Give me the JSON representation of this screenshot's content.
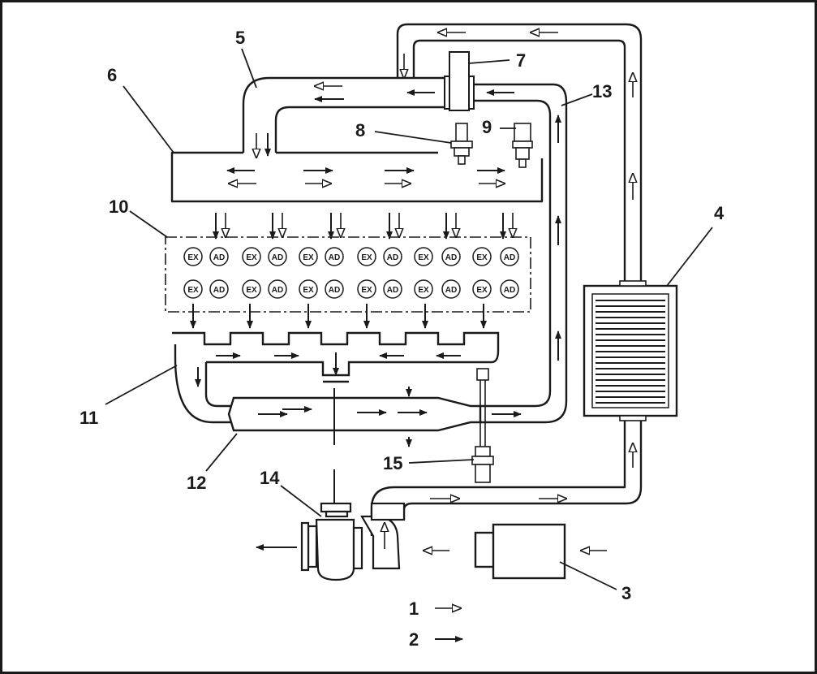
{
  "callouts": [
    {
      "num": "1"
    },
    {
      "num": "2"
    },
    {
      "num": "3"
    },
    {
      "num": "4"
    },
    {
      "num": "5"
    },
    {
      "num": "6"
    },
    {
      "num": "7"
    },
    {
      "num": "8"
    },
    {
      "num": "9"
    },
    {
      "num": "10"
    },
    {
      "num": "11"
    },
    {
      "num": "12"
    },
    {
      "num": "13"
    },
    {
      "num": "14"
    },
    {
      "num": "15"
    }
  ],
  "valves": {
    "exhaust": "EX",
    "intake": "AD"
  },
  "colors": {
    "line": "#1a1a1a",
    "background": "#ffffff",
    "arrow_open": "#ffffff",
    "arrow_solid": "#1a1a1a"
  },
  "legend": [
    {
      "num": "1",
      "arrow": "open-arrow"
    },
    {
      "num": "2",
      "arrow": "solid-arrow"
    }
  ]
}
